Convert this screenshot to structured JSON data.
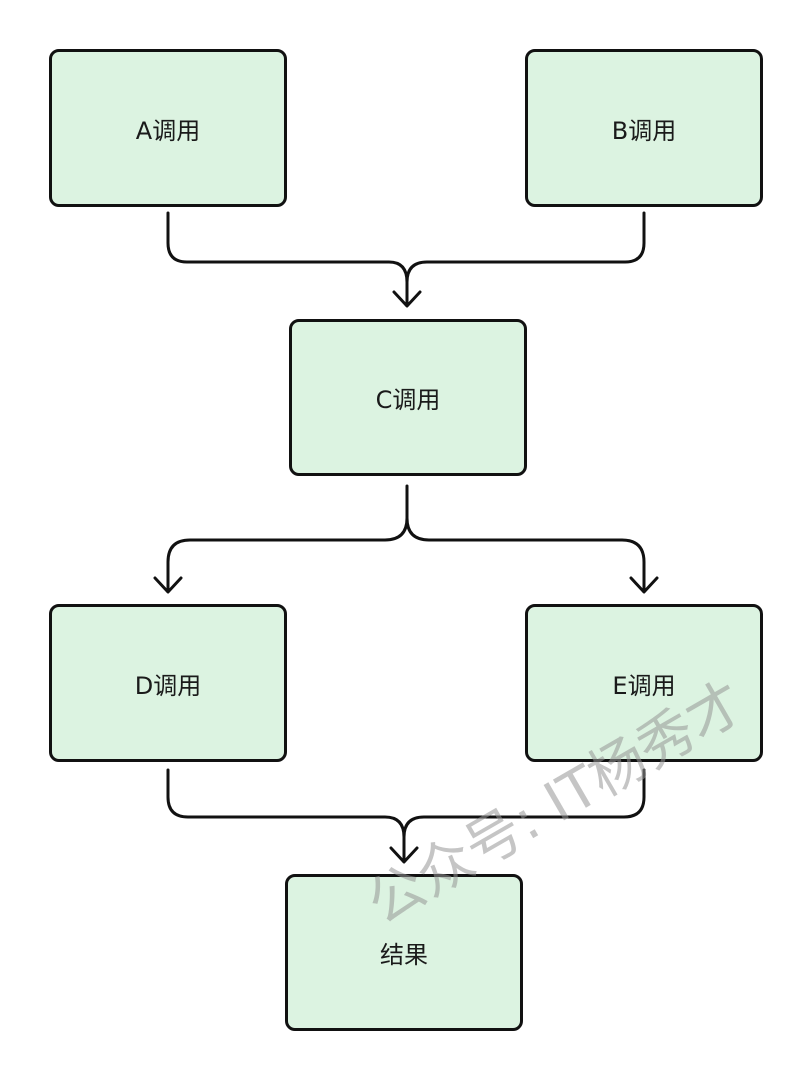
{
  "nodes": {
    "a": {
      "label": "A调用"
    },
    "b": {
      "label": "B调用"
    },
    "c": {
      "label": "C调用"
    },
    "d": {
      "label": "D调用"
    },
    "e": {
      "label": "E调用"
    },
    "result": {
      "label": "结果"
    }
  },
  "edges": [
    {
      "from": "a",
      "to": "c"
    },
    {
      "from": "b",
      "to": "c"
    },
    {
      "from": "c",
      "to": "d"
    },
    {
      "from": "c",
      "to": "e"
    },
    {
      "from": "d",
      "to": "result"
    },
    {
      "from": "e",
      "to": "result"
    }
  ],
  "watermark": "公众号: IT杨秀才",
  "colors": {
    "node_fill": "#dcf3e1",
    "node_border": "#111111",
    "edge": "#111111",
    "watermark": "#969696"
  }
}
